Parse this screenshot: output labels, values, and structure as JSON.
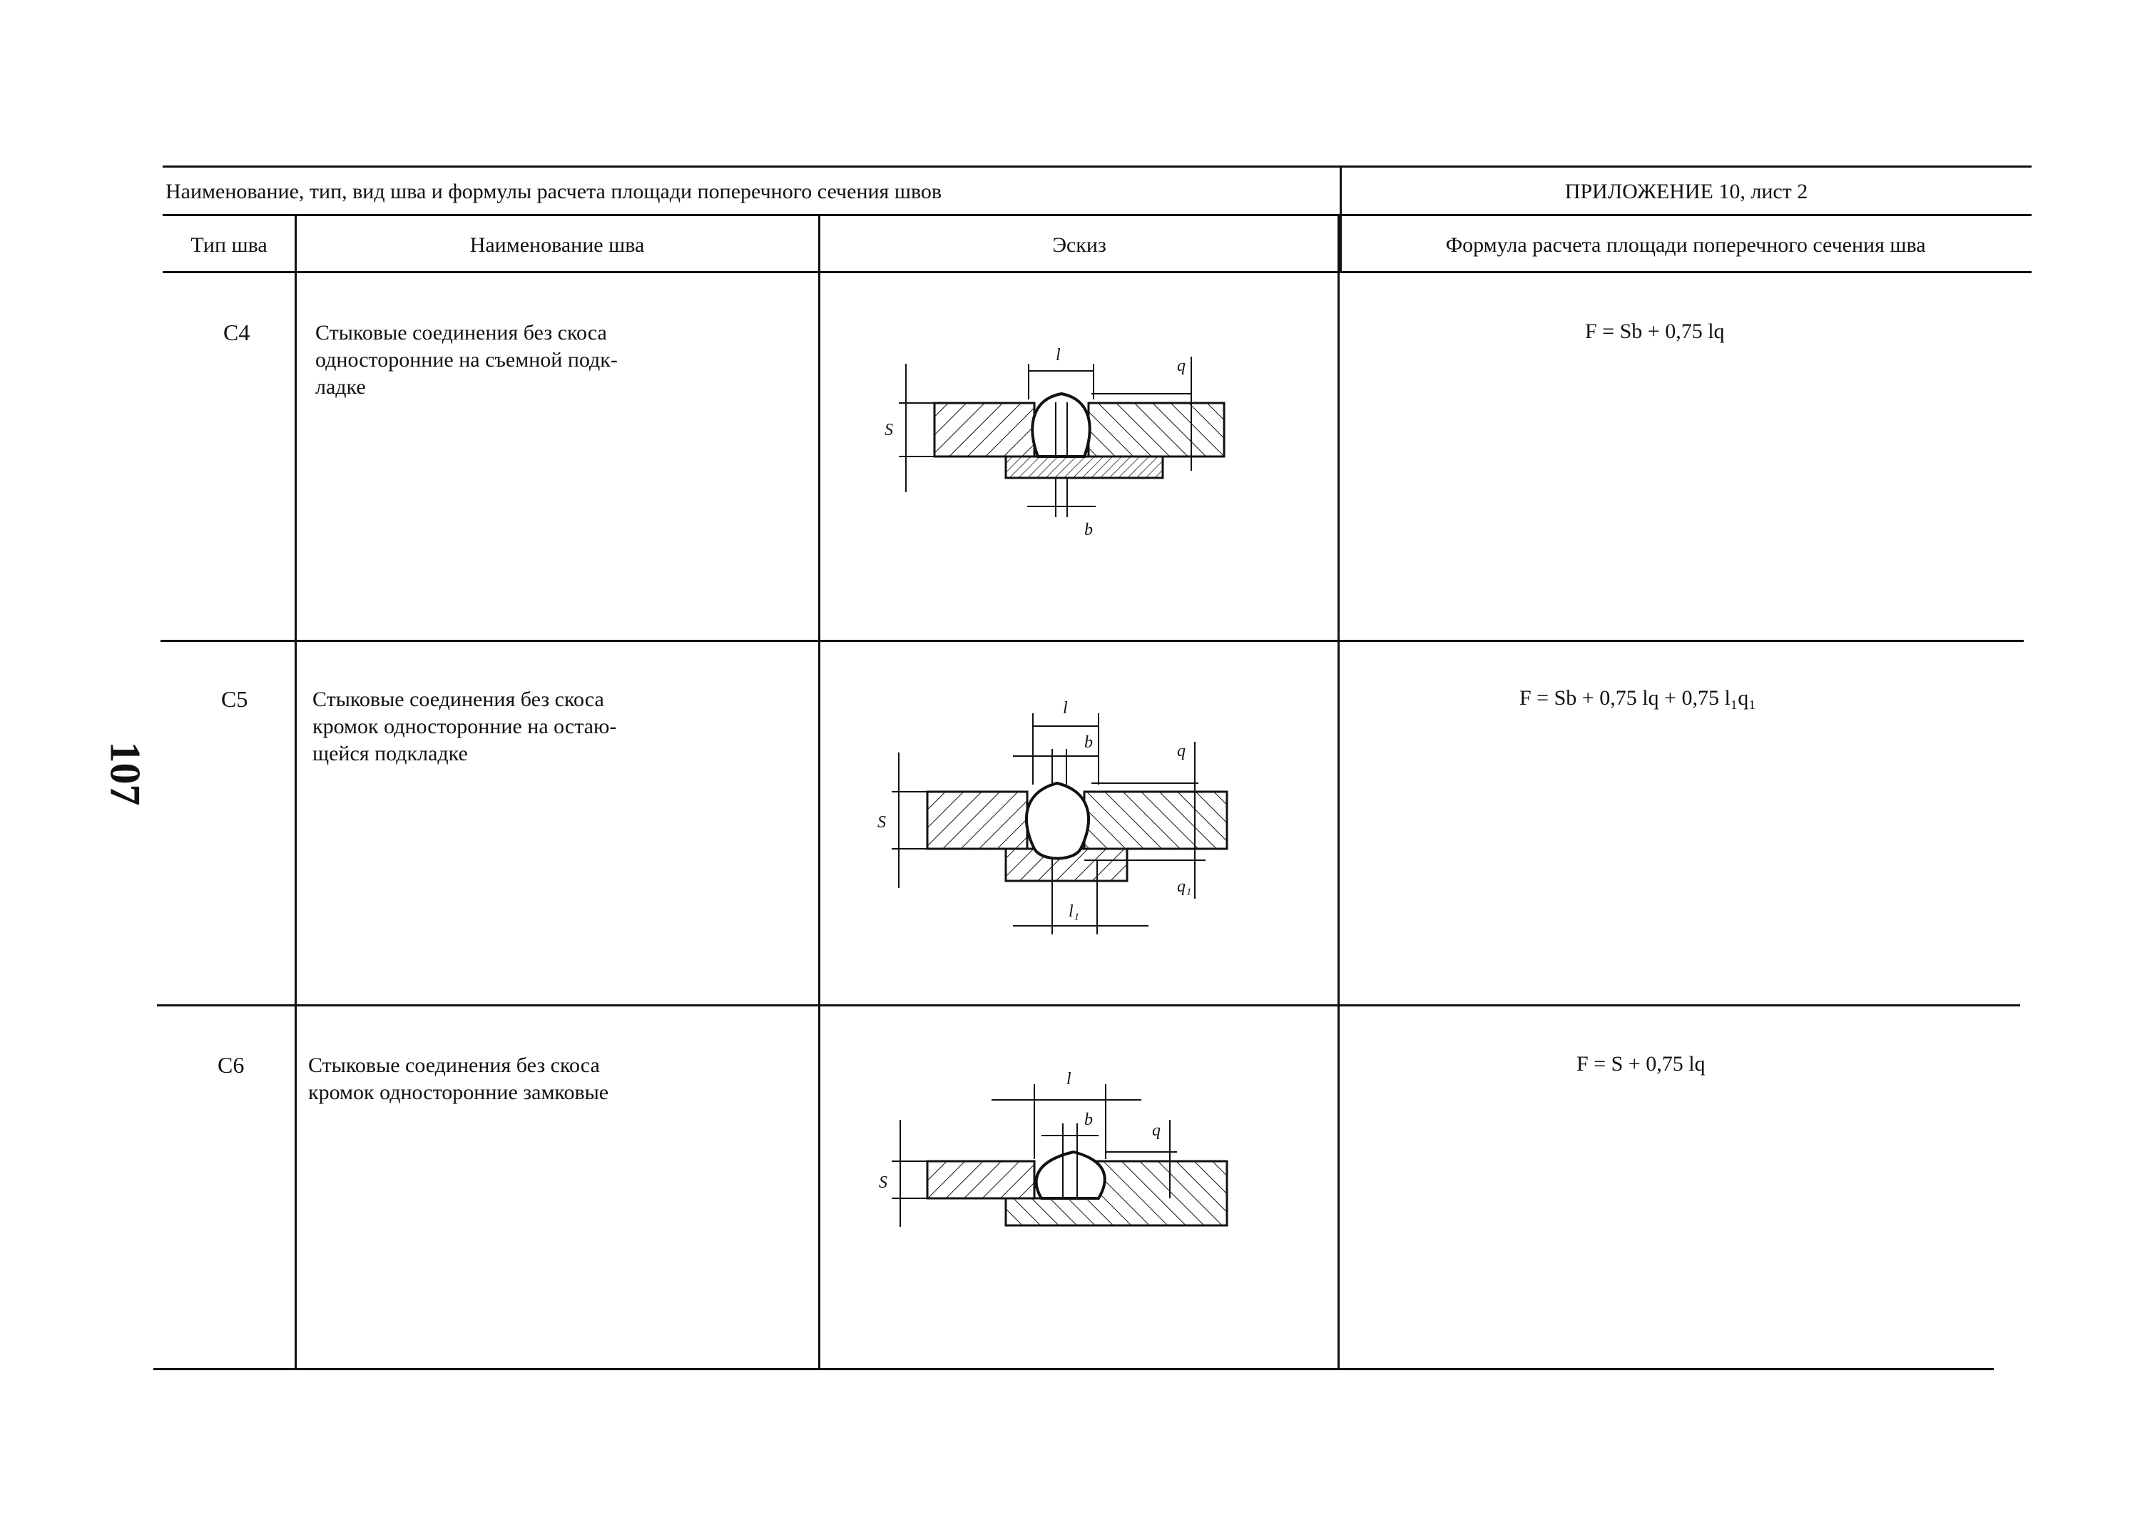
{
  "page_number": "107",
  "header": {
    "title": "Наименование, тип, вид шва и формулы расчета площади поперечного сечения швов",
    "appendix": "ПРИЛОЖЕНИЕ 10, лист 2"
  },
  "columns": {
    "type": "Тип шва",
    "name": "Наименование шва",
    "sketch": "Эскиз",
    "formula": "Формула расчета площади поперечного сечения шва"
  },
  "rows": [
    {
      "code": "С4",
      "name_lines": [
        "Стыковые соединения без скоса",
        "односторонние на съемной подк-",
        "ладке"
      ],
      "formula": "F = Sb + 0,75 lq"
    },
    {
      "code": "С5",
      "name_lines": [
        "Стыковые соединения без скоса",
        "кромок односторонние на остаю-",
        "щейся подкладке"
      ],
      "formula": "F = Sb + 0,75 lq + 0,75 l₁q₁"
    },
    {
      "code": "С6",
      "name_lines": [
        "Стыковые соединения без скоса",
        "кромок односторонние замковые"
      ],
      "formula": "F = S   + 0,75 lq"
    }
  ],
  "sketch_labels": {
    "s": "S",
    "l": "l",
    "b": "b",
    "q": "q",
    "l1": "l₁",
    "q1": "q₁"
  }
}
